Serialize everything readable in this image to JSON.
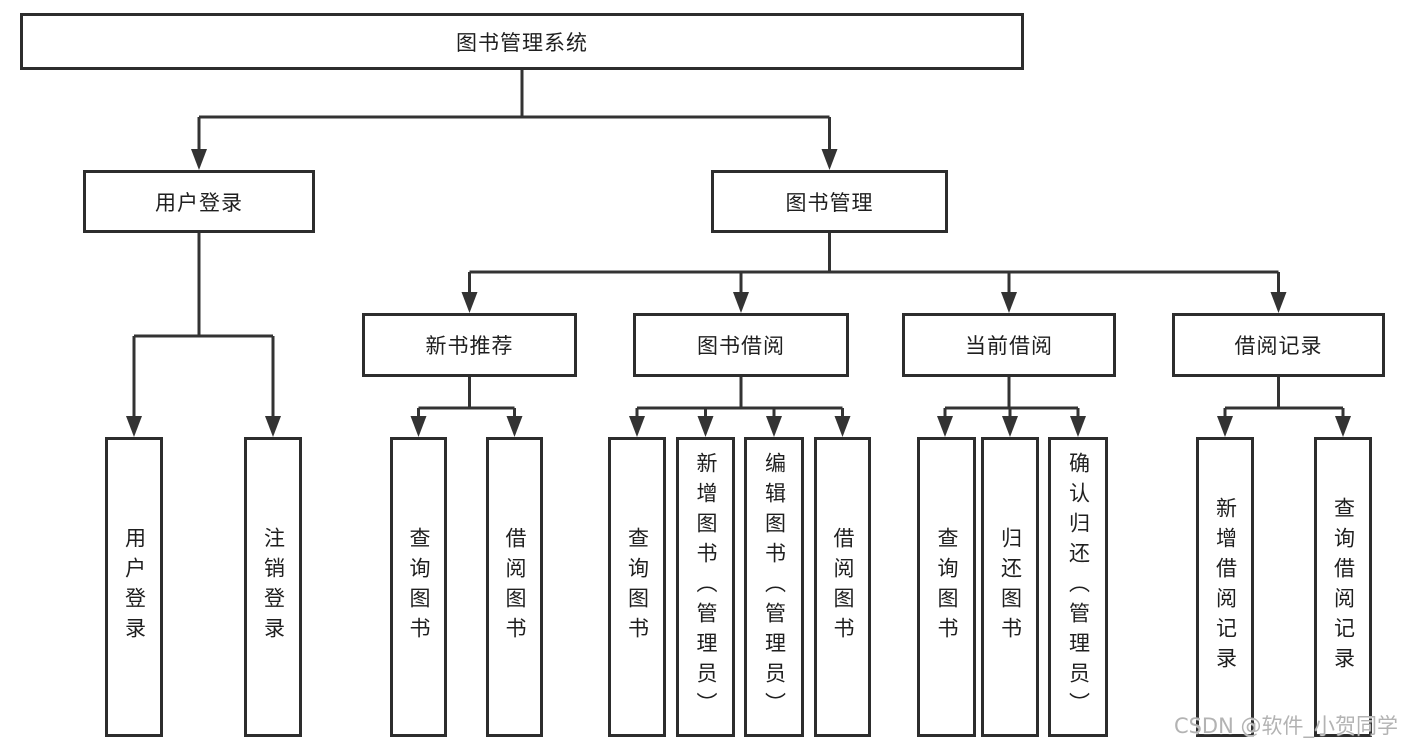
{
  "diagram": {
    "tree": {
      "root": "图书管理系统",
      "children": [
        {
          "label": "用户登录",
          "children": [
            {
              "label": "用户登录"
            },
            {
              "label": "注销登录"
            }
          ]
        },
        {
          "label": "图书管理",
          "children": [
            {
              "label": "新书推荐",
              "children": [
                {
                  "label": "查询图书"
                },
                {
                  "label": "借阅图书"
                }
              ]
            },
            {
              "label": "图书借阅",
              "children": [
                {
                  "label": "查询图书"
                },
                {
                  "label": "新增图书（管理员）"
                },
                {
                  "label": "编辑图书（管理员）"
                },
                {
                  "label": "借阅图书"
                }
              ]
            },
            {
              "label": "当前借阅",
              "children": [
                {
                  "label": "查询图书"
                },
                {
                  "label": "归还图书"
                },
                {
                  "label": "确认归还（管理员）"
                }
              ]
            },
            {
              "label": "借阅记录",
              "children": [
                {
                  "label": "新增借阅记录"
                },
                {
                  "label": "查询借阅记录"
                }
              ]
            }
          ]
        }
      ]
    },
    "colors": {
      "line": "#333333",
      "box_border": "#2d2d2d",
      "text": "#1f1f1f",
      "background": "#ffffff",
      "watermark": "#b3b3b3"
    }
  },
  "watermark": {
    "text": "CSDN @软件_小贺同学"
  }
}
